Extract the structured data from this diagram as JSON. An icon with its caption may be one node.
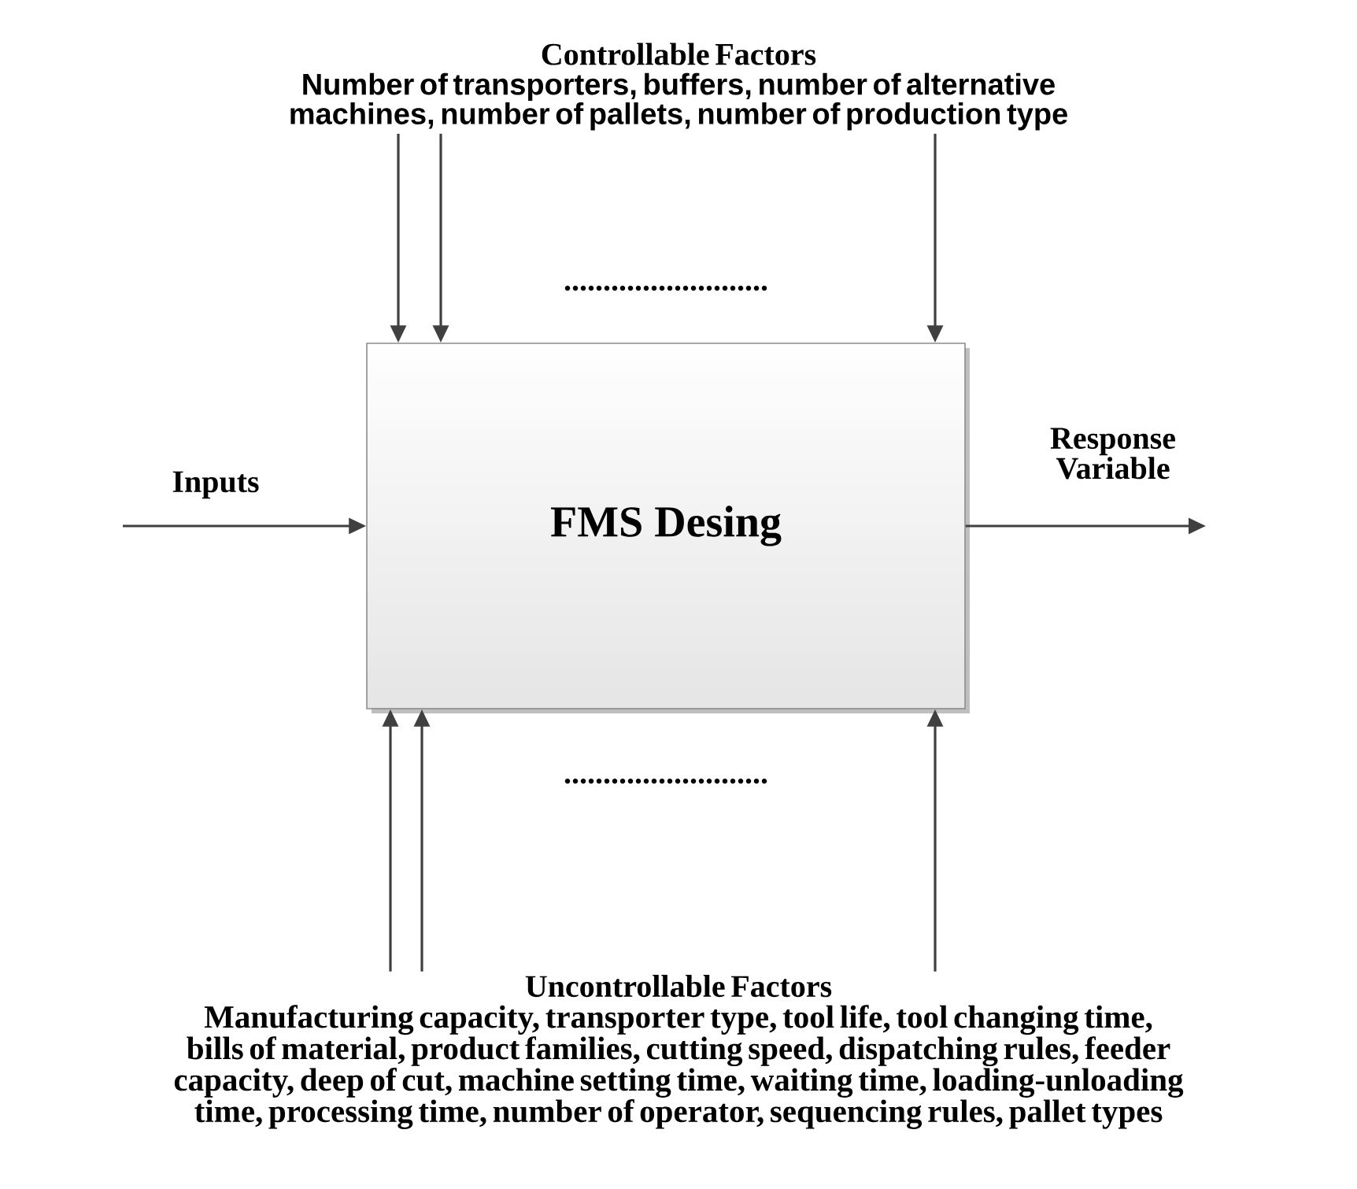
{
  "diagram": {
    "nodes": [
      {
        "text": [
          "Controllable Factors",
          "Number of transporters, buffers, number of alternative machines, number of pallets, number of production type"
        ]
      },
      {
        "text": [
          "FMS Desing"
        ]
      },
      {
        "text": [
          "Uncontrollable Factors",
          "Manufacturing capacity, transporter type, tool life, tool changing time, bills of material, product families, cutting speed, dispatching rules, feeder capacity, deep of cut, machine setting time, waiting time, loading-unloading time, processing time, number of operator, sequencing rules, pallet types"
        ]
      }
    ],
    "edges": [
      {
        "from": 0,
        "to": 1,
        "arrow": "to"
      },
      {
        "from": 0,
        "to": 1,
        "arrow": "to"
      },
      {
        "from": 0,
        "to": 1,
        "arrow": "to"
      },
      {
        "from": 2,
        "to": 1,
        "arrow": "to"
      },
      {
        "from": 2,
        "to": 1,
        "arrow": "to"
      },
      {
        "from": 2,
        "to": 1,
        "arrow": "to"
      },
      {
        "from": null,
        "to": 1,
        "arrow": "to",
        "label": "Inputs"
      },
      {
        "from": 1,
        "to": null,
        "arrow": "to",
        "label": "Response Variable"
      }
    ],
    "labels": [
      "..........................",
      ".........................."
    ]
  }
}
